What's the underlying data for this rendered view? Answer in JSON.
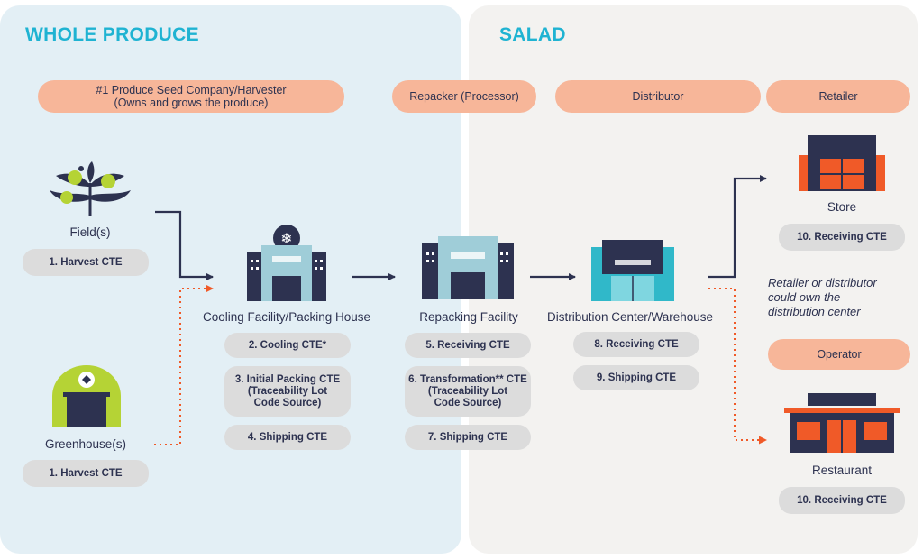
{
  "sections": {
    "whole_produce": "WHOLE PRODUCE",
    "salad": "SALAD"
  },
  "roles": {
    "seed_company": "#1 Produce Seed Company/Harvester\n(Owns and grows the produce)",
    "repacker": "Repacker (Processor)",
    "distributor": "Distributor",
    "retailer": "Retailer",
    "operator": "Operator"
  },
  "nodes": {
    "field": "Field(s)",
    "greenhouse": "Greenhouse(s)",
    "cooling": "Cooling Facility/Packing House",
    "repacking": "Repacking Facility",
    "distribution": "Distribution Center/Warehouse",
    "store": "Store",
    "restaurant": "Restaurant"
  },
  "ctes": {
    "field_harvest": "1. Harvest CTE",
    "greenhouse_harvest": "1. Harvest CTE",
    "cooling": "2. Cooling CTE*",
    "initial_packing": "3. Initial Packing CTE\n(Traceability Lot\nCode Source)",
    "shipping_4": "4. Shipping CTE",
    "receiving_5": "5. Receiving CTE",
    "transformation": "6. Transformation** CTE\n(Traceability Lot\nCode Source)",
    "shipping_7": "7. Shipping CTE",
    "receiving_8": "8. Receiving CTE",
    "shipping_9": "9. Shipping CTE",
    "store_receiving": "10. Receiving CTE",
    "restaurant_receiving": "10. Receiving CTE"
  },
  "note": "Retailer or distributor\ncould own the\ndistribution center",
  "colors": {
    "navy": "#2d3250",
    "orange": "#f7b699",
    "cyan": "#1fb3d2",
    "brand_orange": "#f05a28",
    "lime": "#b5d335",
    "teal": "#30b8c9"
  }
}
